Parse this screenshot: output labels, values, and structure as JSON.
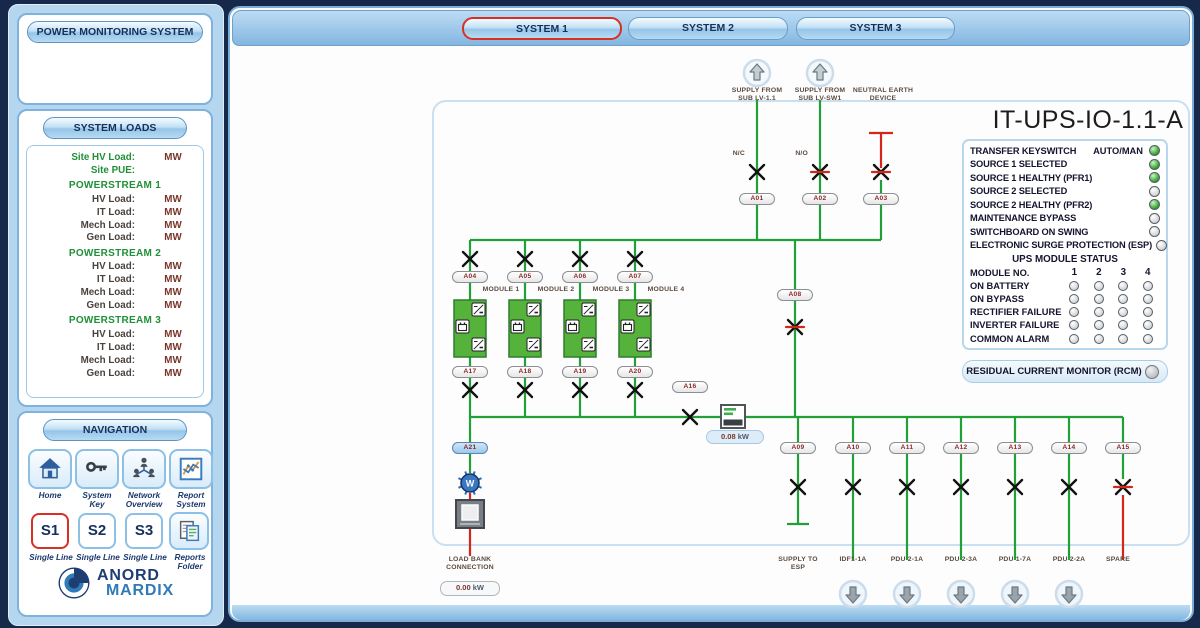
{
  "colors": {
    "line_green": "#21a038",
    "line_red": "#d6251a",
    "highlight_red": "#d93025",
    "led_on": "#2f9e2f",
    "module_green": "#55b33b"
  },
  "sidebar": {
    "title": "POWER MONITORING SYSTEM",
    "loads": {
      "header": "SYSTEM LOADS",
      "site_rows": [
        {
          "label": "Site HV Load:",
          "value": "MW"
        },
        {
          "label": "Site PUE:",
          "value": ""
        }
      ],
      "groups": [
        {
          "title": "POWERSTREAM 1",
          "rows": [
            {
              "label": "HV Load:",
              "value": "MW"
            },
            {
              "label": "IT Load:",
              "value": "MW"
            },
            {
              "label": "Mech Load:",
              "value": "MW"
            },
            {
              "label": "Gen Load:",
              "value": "MW"
            }
          ]
        },
        {
          "title": "POWERSTREAM 2",
          "rows": [
            {
              "label": "HV Load:",
              "value": "MW"
            },
            {
              "label": "IT Load:",
              "value": "MW"
            },
            {
              "label": "Mech Load:",
              "value": "MW"
            },
            {
              "label": "Gen Load:",
              "value": "MW"
            }
          ]
        },
        {
          "title": "POWERSTREAM 3",
          "rows": [
            {
              "label": "HV Load:",
              "value": "MW"
            },
            {
              "label": "IT Load:",
              "value": "MW"
            },
            {
              "label": "Mech Load:",
              "value": "MW"
            },
            {
              "label": "Gen Load:",
              "value": "MW"
            }
          ]
        }
      ]
    },
    "navigation": {
      "header": "NAVIGATION",
      "buttons_row1": [
        {
          "label": "Home",
          "icon": "home-icon"
        },
        {
          "label": "System Key",
          "icon": "key-icon"
        },
        {
          "label": "Network Overview",
          "icon": "network-icon"
        },
        {
          "label": "Report System",
          "icon": "chart-icon"
        }
      ],
      "buttons_row2": [
        {
          "text": "S1",
          "label": "Single Line",
          "active": true
        },
        {
          "text": "S2",
          "label": "Single Line",
          "active": false
        },
        {
          "text": "S3",
          "label": "Single Line",
          "active": false
        },
        {
          "label": "Reports Folder",
          "icon": "folder-icon"
        }
      ]
    },
    "logo": {
      "line1": "ANORD",
      "line2": "MARDIX"
    }
  },
  "tabs": [
    {
      "label": "SYSTEM 1",
      "active": true
    },
    {
      "label": "SYSTEM 2",
      "active": false
    },
    {
      "label": "SYSTEM 3",
      "active": false
    }
  ],
  "diagram": {
    "title": "IT-UPS-IO-1.1-A",
    "supplies": [
      {
        "label": "SUPPLY FROM SUB LV-1.1",
        "arrow": true
      },
      {
        "label": "SUPPLY FROM SUB LV-SW1",
        "arrow": true
      },
      {
        "label": "NEUTRAL EARTH DEVICE",
        "arrow": false
      }
    ],
    "notes": {
      "nc": "N/C",
      "no": "N/O"
    },
    "status_rows": [
      {
        "label": "TRANSFER KEYSWITCH",
        "value": "AUTO/MAN",
        "led": "green"
      },
      {
        "label": "SOURCE 1 SELECTED",
        "led": "green"
      },
      {
        "label": "SOURCE 1 HEALTHY (PFR1)",
        "led": "green"
      },
      {
        "label": "SOURCE 2 SELECTED",
        "led": "off"
      },
      {
        "label": "SOURCE 2 HEALTHY (PFR2)",
        "led": "green"
      },
      {
        "label": "MAINTENANCE BYPASS",
        "led": "off"
      },
      {
        "label": "SWITCHBOARD ON SWING",
        "led": "off"
      },
      {
        "label": "ELECTRONIC SURGE PROTECTION (ESP)",
        "led": "off"
      }
    ],
    "module_status": {
      "header": "UPS MODULE STATUS",
      "col_header": "MODULE NO.",
      "columns": [
        "1",
        "2",
        "3",
        "4"
      ],
      "rows": [
        {
          "label": "ON BATTERY",
          "leds": [
            "off",
            "off",
            "off",
            "off"
          ]
        },
        {
          "label": "ON BYPASS",
          "leds": [
            "off",
            "off",
            "off",
            "off"
          ]
        },
        {
          "label": "RECTIFIER FAILURE",
          "leds": [
            "off",
            "off",
            "off",
            "off"
          ]
        },
        {
          "label": "INVERTER FAILURE",
          "leds": [
            "off",
            "off",
            "off",
            "off"
          ]
        },
        {
          "label": "COMMON ALARM",
          "leds": [
            "off",
            "off",
            "off",
            "off"
          ]
        }
      ]
    },
    "rcm_label": "RESIDUAL CURRENT MONITOR (RCM)",
    "breakers": [
      {
        "id": "A01"
      },
      {
        "id": "A02"
      },
      {
        "id": "A03"
      },
      {
        "id": "A04"
      },
      {
        "id": "A05"
      },
      {
        "id": "A06"
      },
      {
        "id": "A07"
      },
      {
        "id": "A08"
      },
      {
        "id": "A09"
      },
      {
        "id": "A10"
      },
      {
        "id": "A11"
      },
      {
        "id": "A12"
      },
      {
        "id": "A13"
      },
      {
        "id": "A14"
      },
      {
        "id": "A15"
      },
      {
        "id": "A16"
      },
      {
        "id": "A17"
      },
      {
        "id": "A18"
      },
      {
        "id": "A19"
      },
      {
        "id": "A20"
      },
      {
        "id": "A21",
        "style": "blue"
      }
    ],
    "modules": [
      "MODULE 1",
      "MODULE 2",
      "MODULE 3",
      "MODULE 4"
    ],
    "bus_meter": {
      "value": "0.08",
      "unit": "kW"
    },
    "load_bank": {
      "label": "LOAD BANK CONNECTION",
      "value": "0.00",
      "unit": "kW"
    },
    "feeders": [
      "SUPPLY TO ESP",
      "IDF1-1A",
      "PDU 2-1A",
      "PDU 2-3A",
      "PDU 1-7A",
      "PDU 2-2A",
      "SPARE"
    ]
  }
}
